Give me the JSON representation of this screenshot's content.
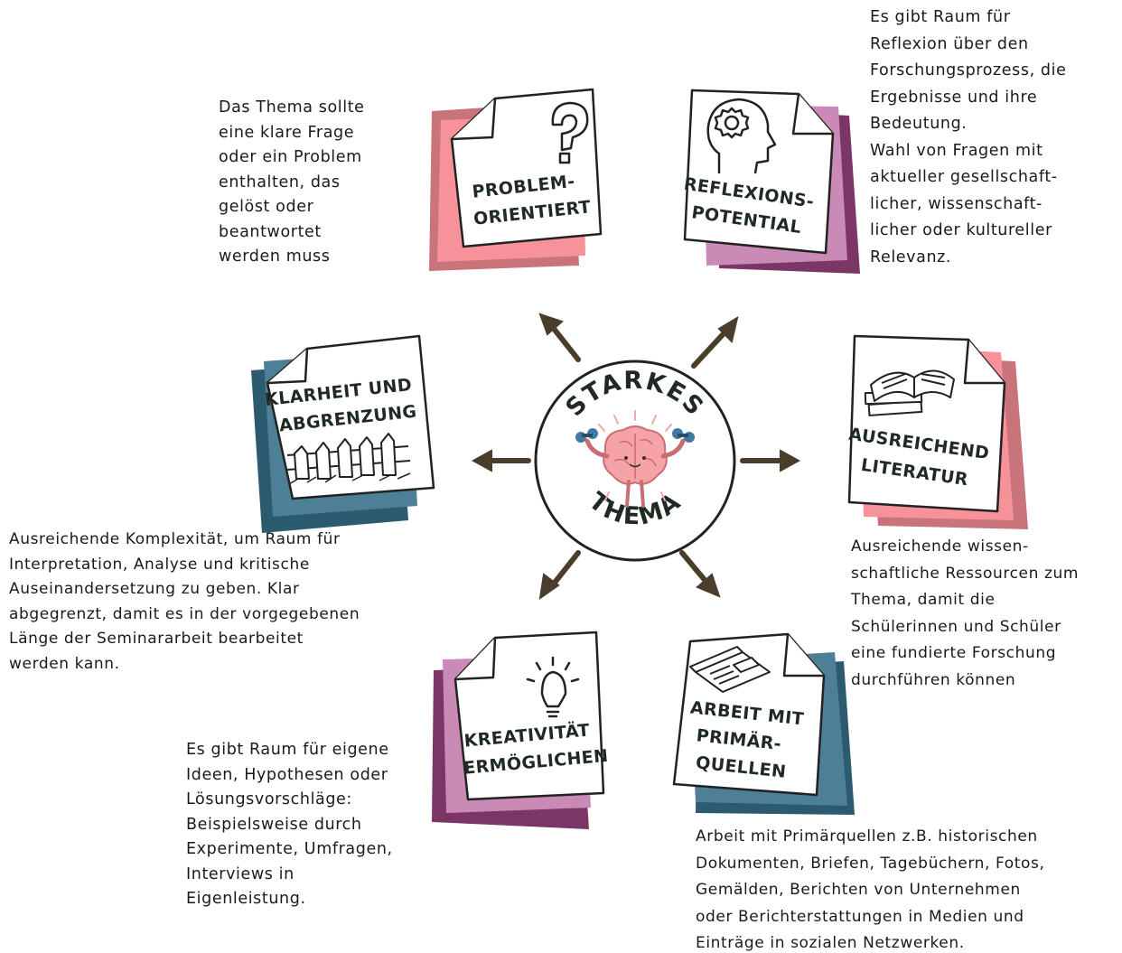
{
  "center": {
    "top_word": "STARKES",
    "bottom_word": "THEMA"
  },
  "cards": {
    "problem": {
      "title_lines": [
        "PROBLEM-",
        "ORIENTIERT"
      ]
    },
    "reflexion": {
      "title_lines": [
        "REFLEXIONS-",
        "POTENTIAL"
      ]
    },
    "literatur": {
      "title_lines": [
        "AUSREICHEND",
        "LITERATUR"
      ]
    },
    "primaer": {
      "title_lines": [
        "ARBEIT MIT",
        "PRIMÄR-",
        "QUELLEN"
      ]
    },
    "kreativ": {
      "title_lines": [
        "KREATIVITÄT",
        "ERMÖGLICHEN"
      ]
    },
    "klarheit": {
      "title_lines": [
        "KLARHEIT UND",
        "ABGRENZUNG"
      ]
    }
  },
  "descriptions": {
    "problem": [
      "Das Thema sollte",
      "eine klare Frage",
      "oder ein Problem",
      "enthalten, das",
      "gelöst oder",
      "beantwortet",
      "werden muss"
    ],
    "reflexion": [
      "Es gibt Raum für",
      "Reflexion über den",
      "Forschungsprozess, die",
      "Ergebnisse und ihre",
      "Bedeutung.",
      "Wahl von Fragen mit",
      "aktueller gesellschaft-",
      "licher, wissenschaft-",
      "licher oder kultureller",
      "Relevanz."
    ],
    "literatur": [
      "Ausreichende wissen-",
      "schaftliche Ressourcen zum",
      "Thema, damit die",
      "Schülerinnen und Schüler",
      "eine fundierte Forschung",
      "durchführen können"
    ],
    "primaer": [
      "Arbeit mit Primärquellen z.B. historischen",
      "Dokumenten, Briefen, Tagebüchern, Fotos,",
      "Gemälden, Berichten von Unternehmen",
      "oder Berichterstattungen in Medien und",
      "Einträge in sozialen Netzwerken."
    ],
    "kreativ": [
      "Es gibt Raum für eigene",
      "Ideen, Hypothesen oder",
      "Lösungsvorschläge:",
      "Beispielsweise durch",
      "Experimente, Umfragen,",
      "Interviews in",
      "Eigenleistung."
    ],
    "klarheit": [
      "Ausreichende Komplexität, um Raum für",
      "Interpretation, Analyse und kritische",
      "Auseinandersetzung zu geben. Klar",
      "abgegrenzt, damit es in der vorgegebenen",
      "Länge der Seminararbeit bearbeitet",
      "werden kann."
    ]
  },
  "icons": {
    "problem": "question-mark-icon",
    "reflexion": "head-with-gear-icon",
    "literatur": "open-books-icon",
    "primaer": "newspaper-icon",
    "kreativ": "lightbulb-icon",
    "klarheit": "fence-icon",
    "center": "strong-brain-icon"
  },
  "colors": {
    "pink_light": "#f7919a",
    "pink_dark": "#c9737b",
    "mauve_light": "#c98ab6",
    "plum_dark": "#7c3666",
    "teal_light": "#4d7f96",
    "teal_dark": "#2c5a6e",
    "arrow": "#4a3d2c",
    "ink": "#1e2a22"
  }
}
